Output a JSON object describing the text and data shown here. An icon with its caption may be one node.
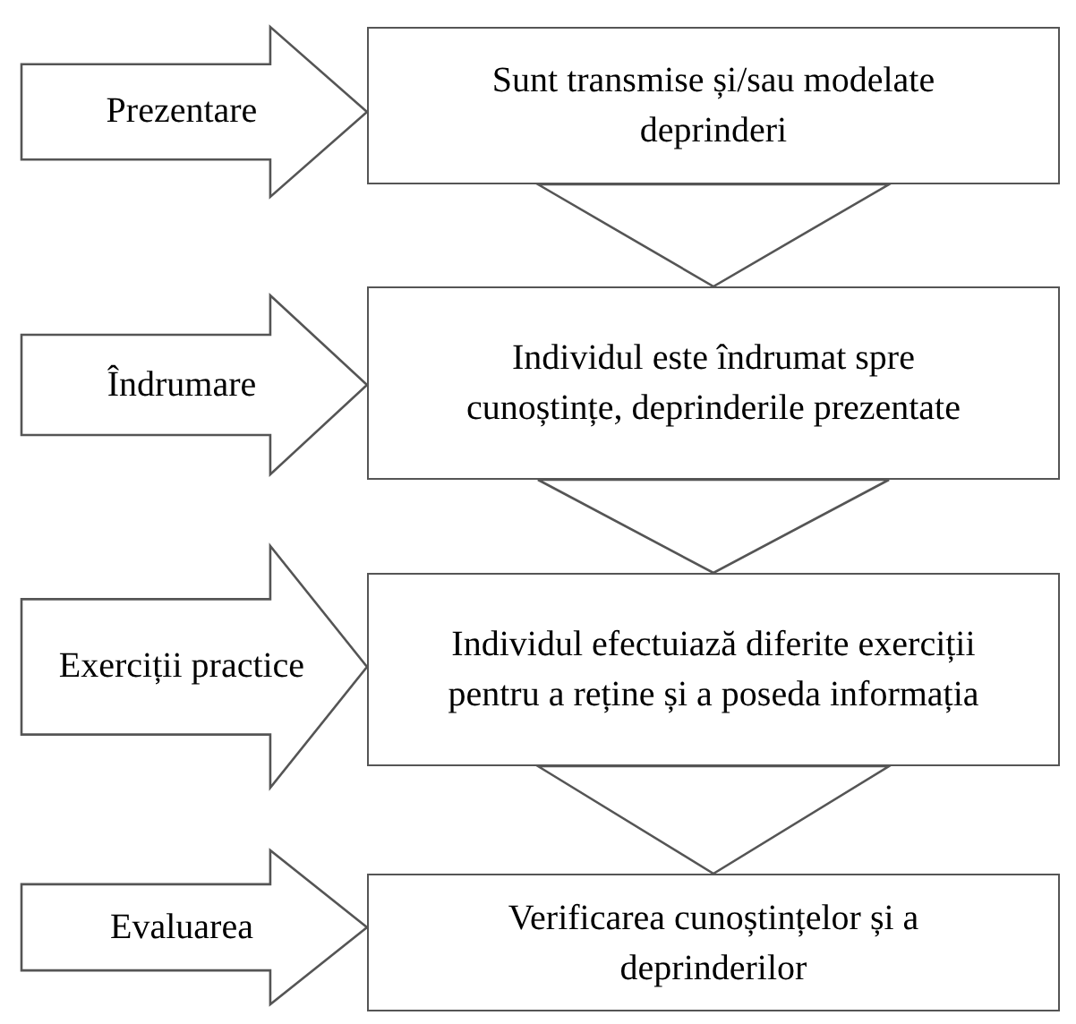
{
  "diagram": {
    "nodes": [
      {
        "text": [
          "Prezentare"
        ]
      },
      {
        "text": [
          "Sunt transmise și/sau modelate deprinderi"
        ]
      },
      {
        "text": [
          "Îndrumare"
        ]
      },
      {
        "text": [
          "Individul este îndrumat spre cunoștințe, deprinderile prezentate"
        ]
      },
      {
        "text": [
          "Exerciții practice"
        ]
      },
      {
        "text": [
          "Individul efectuiază diferite exerciții pentru a reține și a poseda informația"
        ]
      },
      {
        "text": [
          "Evaluarea"
        ]
      },
      {
        "text": [
          "Verificarea cunoștințelor și a deprinderilor"
        ]
      }
    ],
    "edges": [
      {
        "from": 1,
        "to": 3,
        "arrow": "to"
      },
      {
        "from": 3,
        "to": 5,
        "arrow": "to"
      },
      {
        "from": 5,
        "to": 7,
        "arrow": "to"
      }
    ]
  }
}
